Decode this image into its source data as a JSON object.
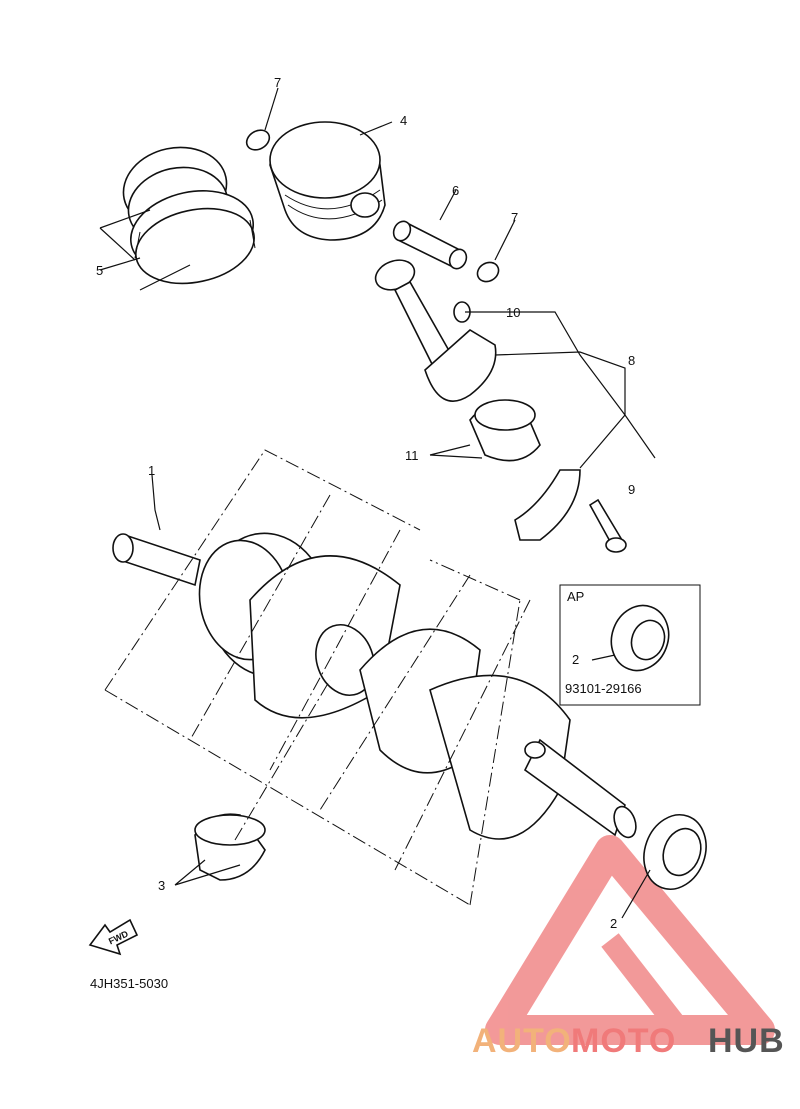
{
  "diagram": {
    "callouts": {
      "c1": "1",
      "c2a": "2",
      "c2b": "2",
      "c3": "3",
      "c4": "4",
      "c5": "5",
      "c6": "6",
      "c7a": "7",
      "c7b": "7",
      "c8": "8",
      "c9": "9",
      "c10": "10",
      "c11": "11"
    },
    "ap_box": {
      "label": "AP",
      "callout": "2",
      "part_number": "93101-29166"
    },
    "fwd_label": "FWD",
    "diagram_code": "4JH351-5030"
  },
  "watermark": {
    "parts": [
      "AUTO",
      "MOTO",
      "HUB"
    ],
    "colors": {
      "auto": "#f2b27a",
      "moto": "#f07a7a",
      "hub": "#555555",
      "triangle": "#f08080"
    }
  }
}
